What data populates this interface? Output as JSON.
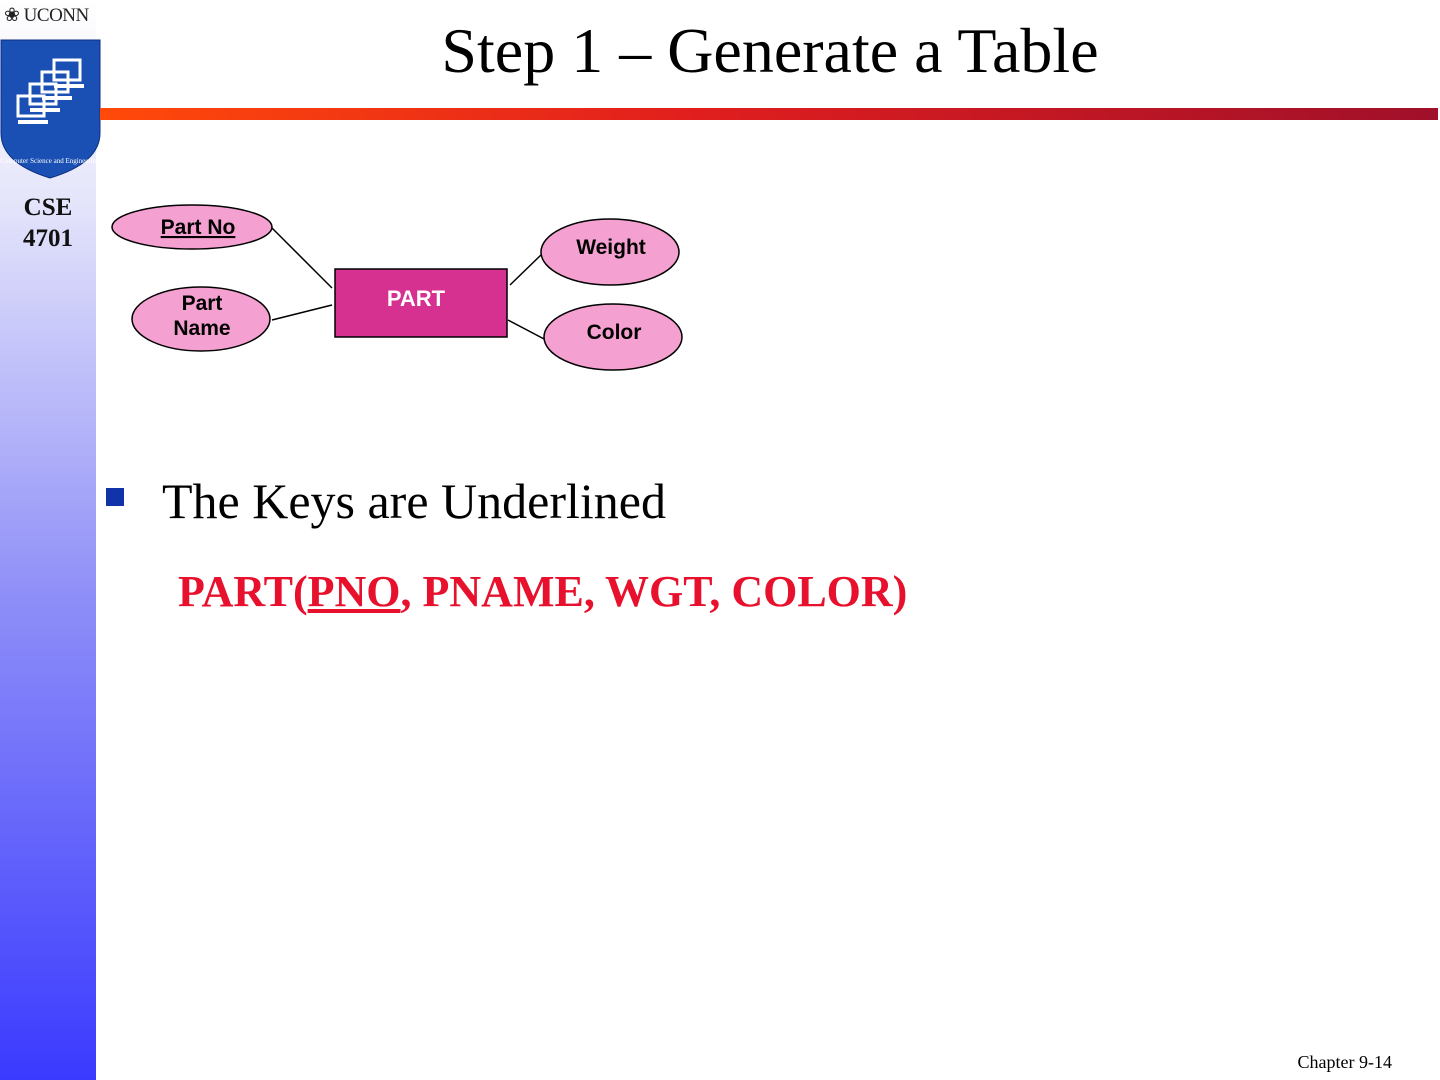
{
  "header": {
    "university": "UCONN",
    "course": [
      "CSE",
      "4701"
    ],
    "title": "Step 1 – Generate a Table"
  },
  "diagram": {
    "entity": "PART",
    "attributes": {
      "part_no": "Part No",
      "part_name": [
        "Part",
        "Name"
      ],
      "weight": "Weight",
      "color": "Color"
    },
    "logo_text": "Computer Science and Engineering"
  },
  "body": {
    "bullet": "The Keys are Underlined",
    "relation": {
      "prefix": "PART(",
      "key": "PNO",
      "rest": ", PNAME, WGT, COLOR)"
    }
  },
  "footer": {
    "page": "Chapter 9-14"
  },
  "colors": {
    "attribute_fill": "#f4a0d0",
    "entity_fill": "#d63090",
    "relation_text": "#e8112d",
    "bullet": "#1133aa"
  }
}
